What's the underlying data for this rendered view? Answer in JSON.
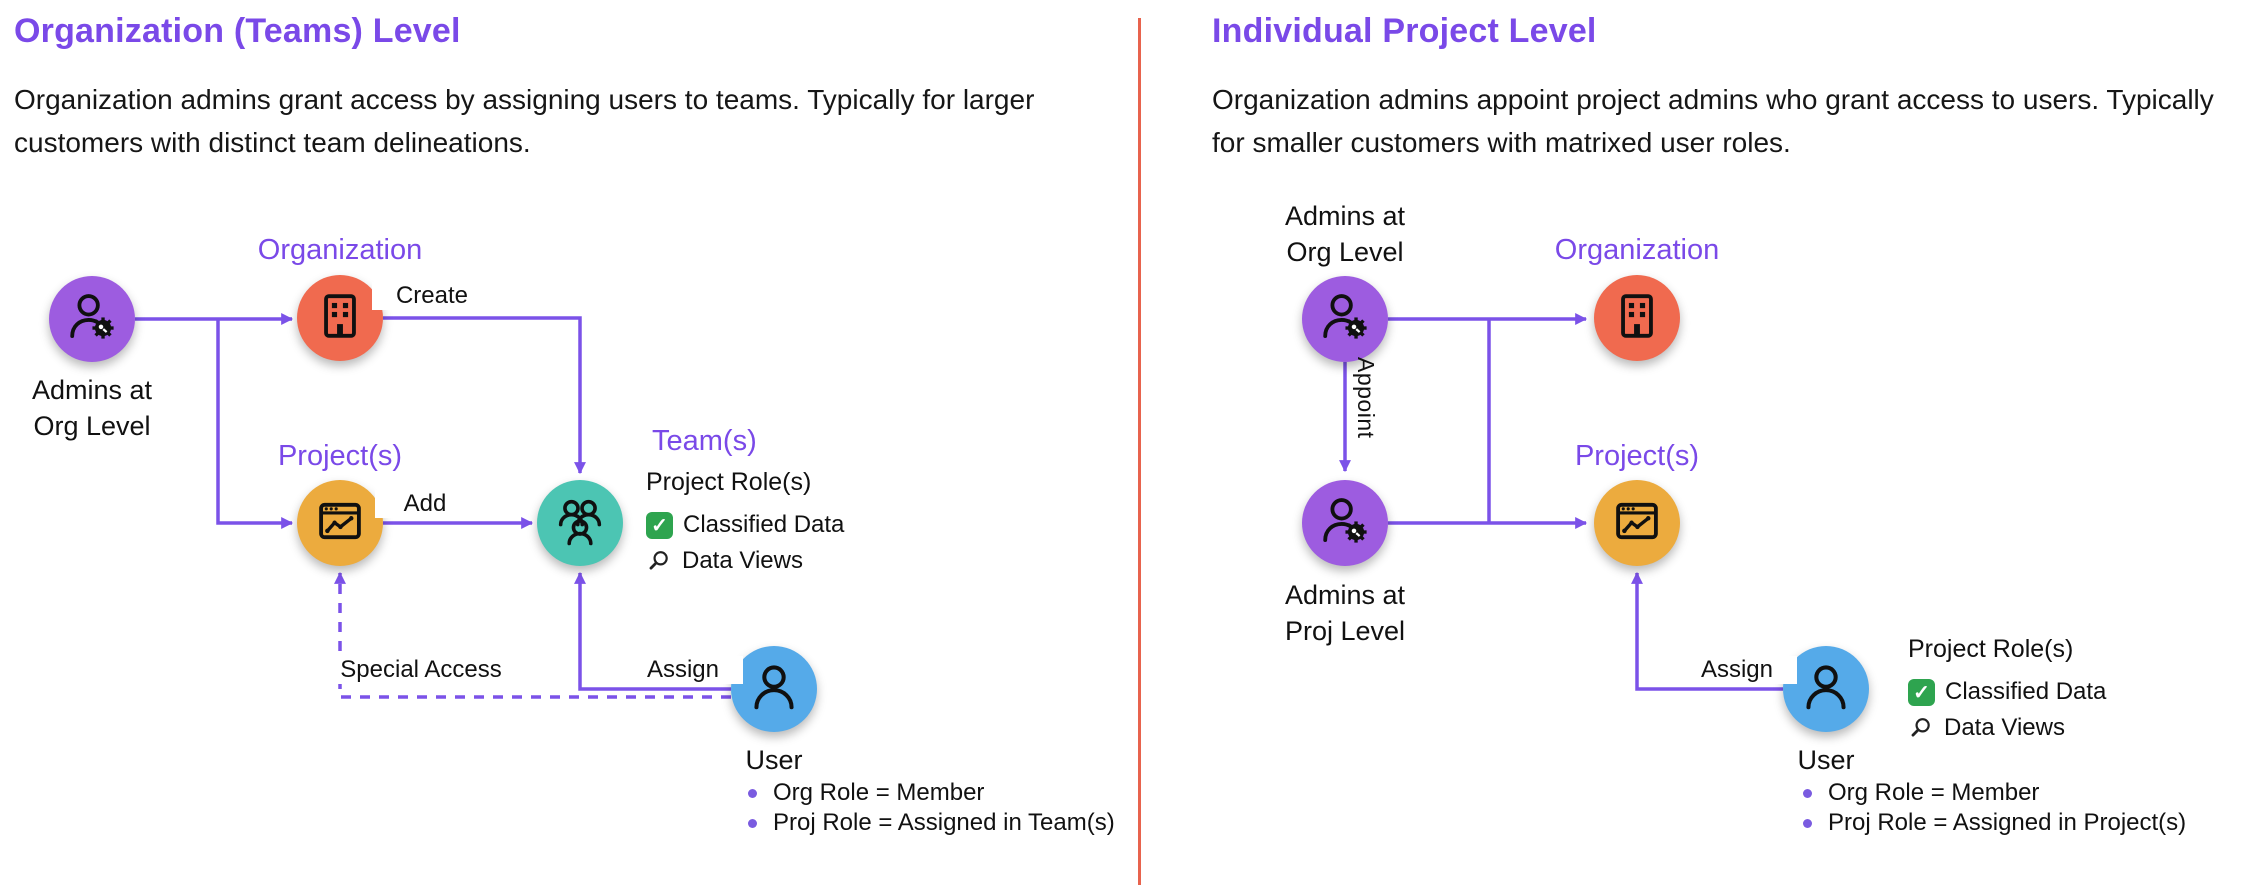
{
  "icons": {
    "check_glyph": "✓"
  },
  "left": {
    "title": "Organization (Teams) Level",
    "description": "Organization admins grant access by assigning users to teams. Typically for larger customers with distinct team delineations.",
    "nodes": {
      "admin": "Admins at Org Level",
      "organization": "Organization",
      "projects": "Project(s)",
      "teams": "Team(s)",
      "user": "User"
    },
    "edges": {
      "create": "Create",
      "add": "Add",
      "assign": "Assign",
      "special_access": "Special Access"
    },
    "roles": {
      "heading": "Project Role(s)",
      "classified": "Classified Data",
      "data_views": "Data Views"
    },
    "user_bullets": [
      "Org Role = Member",
      "Proj Role = Assigned in Team(s)"
    ]
  },
  "right": {
    "title": "Individual Project Level",
    "description": "Organization admins appoint project admins who grant access to users. Typically for smaller customers with matrixed user roles.",
    "nodes": {
      "org_admin": "Admins at Org Level",
      "organization": "Organization",
      "proj_admin": "Admins at Proj Level",
      "projects": "Project(s)",
      "user": "User"
    },
    "edges": {
      "appoint": "Appoint",
      "assign": "Assign"
    },
    "roles": {
      "heading": "Project Role(s)",
      "classified": "Classified Data",
      "data_views": "Data Views"
    },
    "user_bullets": [
      "Org Role = Member",
      "Proj Role = Assigned in Project(s)"
    ]
  }
}
